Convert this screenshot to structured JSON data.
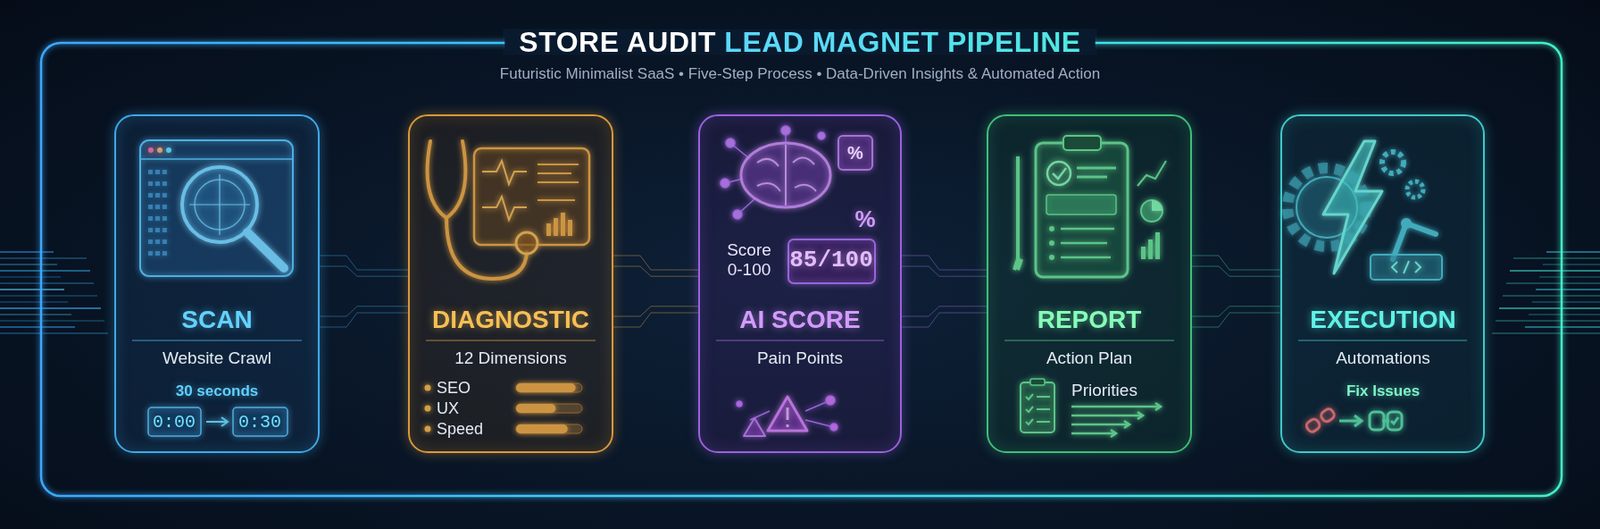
{
  "diagram": {
    "title": "STORE AUDIT LEAD MAGNET PIPELINE",
    "caption": "Futuristic Minimalist SaaS • Five-Step Process • Data-Driven Insights & Automated Action",
    "nodes": [
      {
        "text": [
          "SCAN",
          "Website Crawl",
          "30 seconds",
          "0:00",
          "0:30"
        ]
      },
      {
        "text": [
          "DIAGNOSTIC",
          "12 Dimensions",
          "SEO",
          "UX",
          "Speed"
        ]
      },
      {
        "text": [
          "AI SCORE",
          "Pain Points",
          "%",
          "Score 0-100",
          "85/100",
          "%"
        ]
      },
      {
        "text": [
          "REPORT",
          "Action Plan",
          "Priorities"
        ]
      },
      {
        "text": [
          "EXECUTION",
          "Automations",
          "Fix Issues"
        ]
      }
    ],
    "edges": [
      {
        "from": 0,
        "to": 1,
        "arrow": "to"
      },
      {
        "from": 1,
        "to": 2,
        "arrow": "to"
      },
      {
        "from": 2,
        "to": 3,
        "arrow": "to"
      },
      {
        "from": 3,
        "to": 4,
        "arrow": "to"
      }
    ]
  }
}
